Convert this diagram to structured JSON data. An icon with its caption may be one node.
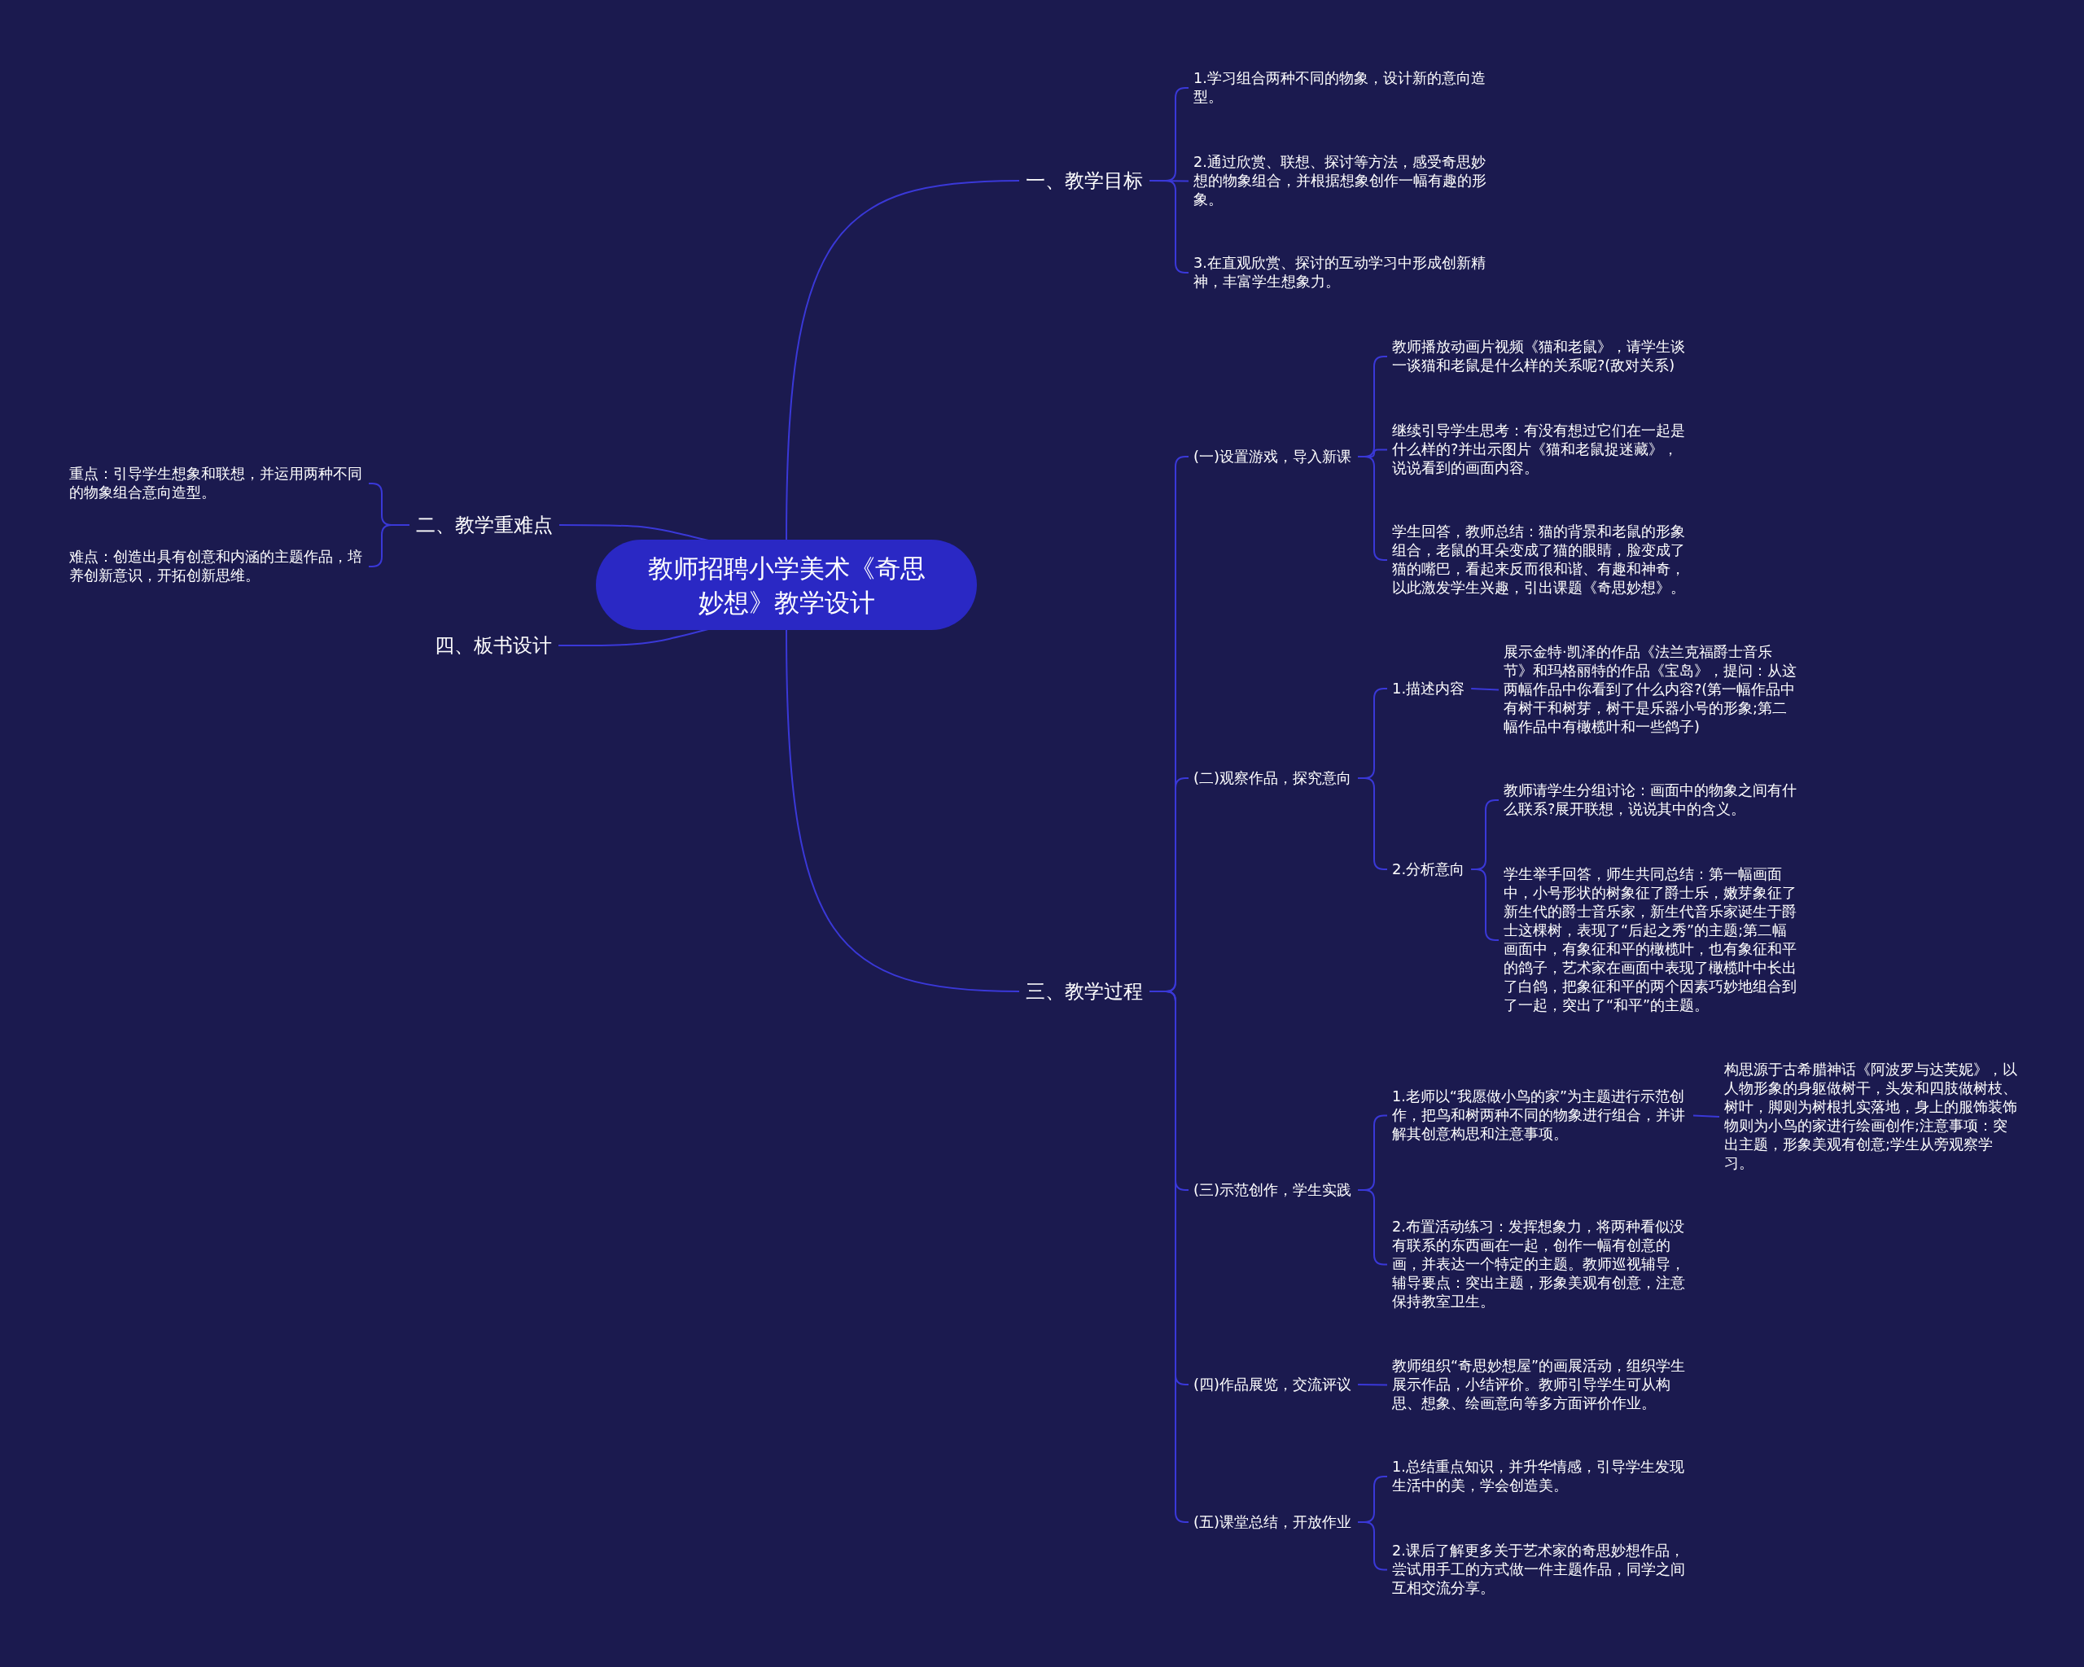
{
  "diagram": {
    "nodes": [
      {
        "text": [
          "教师招聘小学美术《奇思妙想》教学设计"
        ]
      },
      {
        "text": [
          "一、教学目标"
        ]
      },
      {
        "text": [
          "1.学习组合两种不同的物象，设计新的意向造型。"
        ]
      },
      {
        "text": [
          "2.通过欣赏、联想、探讨等方法，感受奇思妙想的物象组合，并根据想象创作一幅有趣的形象。"
        ]
      },
      {
        "text": [
          "3.在直观欣赏、探讨的互动学习中形成创新精神，丰富学生想象力。"
        ]
      },
      {
        "text": [
          "二、教学重难点"
        ]
      },
      {
        "text": [
          "重点：引导学生想象和联想，并运用两种不同的物象组合意向造型。"
        ]
      },
      {
        "text": [
          "难点：创造出具有创意和内涵的主题作品，培养创新意识，开拓创新思维。"
        ]
      },
      {
        "text": [
          "四、板书设计"
        ]
      },
      {
        "text": [
          "三、教学过程"
        ]
      },
      {
        "text": [
          "(一)设置游戏，导入新课"
        ]
      },
      {
        "text": [
          "教师播放动画片视频《猫和老鼠》，请学生谈一谈猫和老鼠是什么样的关系呢?(敌对关系)"
        ]
      },
      {
        "text": [
          "继续引导学生思考：有没有想过它们在一起是什么样的?并出示图片《猫和老鼠捉迷藏》，说说看到的画面内容。"
        ]
      },
      {
        "text": [
          "学生回答，教师总结：猫的背景和老鼠的形象组合，老鼠的耳朵变成了猫的眼睛，脸变成了猫的嘴巴，看起来反而很和谐、有趣和神奇，以此激发学生兴趣，引出课题《奇思妙想》。"
        ]
      },
      {
        "text": [
          "(二)观察作品，探究意向"
        ]
      },
      {
        "text": [
          "1.描述内容"
        ]
      },
      {
        "text": [
          "展示金特·凯泽的作品《法兰克福爵士音乐节》和玛格丽特的作品《宝岛》，提问：从这两幅作品中你看到了什么内容?(第一幅作品中有树干和树芽，树干是乐器小号的形象;第二幅作品中有橄榄叶和一些鸽子)"
        ]
      },
      {
        "text": [
          "2.分析意向"
        ]
      },
      {
        "text": [
          "教师请学生分组讨论：画面中的物象之间有什么联系?展开联想，说说其中的含义。"
        ]
      },
      {
        "text": [
          "学生举手回答，师生共同总结：第一幅画面中，小号形状的树象征了爵士乐，嫩芽象征了新生代的爵士音乐家，新生代音乐家诞生于爵士这棵树，表现了“后起之秀”的主题;第二幅画面中，有象征和平的橄榄叶，也有象征和平的鸽子，艺术家在画面中表现了橄榄叶中长出了白鸽，把象征和平的两个因素巧妙地组合到了一起，突出了“和平”的主题。"
        ]
      },
      {
        "text": [
          "(三)示范创作，学生实践"
        ]
      },
      {
        "text": [
          "1.老师以“我愿做小鸟的家”为主题进行示范创作，把鸟和树两种不同的物象进行组合，并讲解其创意构思和注意事项。"
        ]
      },
      {
        "text": [
          "构思源于古希腊神话《阿波罗与达芙妮》，以人物形象的身躯做树干，头发和四肢做树枝、树叶，脚则为树根扎实落地，身上的服饰装饰物则为小鸟的家进行绘画创作;注意事项：突出主题，形象美观有创意;学生从旁观察学习。"
        ]
      },
      {
        "text": [
          "2.布置活动练习：发挥想象力，将两种看似没有联系的东西画在一起，创作一幅有创意的画，并表达一个特定的主题。教师巡视辅导，辅导要点：突出主题，形象美观有创意，注意保持教室卫生。"
        ]
      },
      {
        "text": [
          "(四)作品展览，交流评议"
        ]
      },
      {
        "text": [
          "教师组织“奇思妙想屋”的画展活动，组织学生展示作品，小结评价。教师引导学生可从构思、想象、绘画意向等多方面评价作业。"
        ]
      },
      {
        "text": [
          "(五)课堂总结，开放作业"
        ]
      },
      {
        "text": [
          "1.总结重点知识，并升华情感，引导学生发现生活中的美，学会创造美。"
        ]
      },
      {
        "text": [
          "2.课后了解更多关于艺术家的奇思妙想作品，尝试用手工的方式做一件主题作品，同学之间互相交流分享。"
        ]
      }
    ],
    "edges": [
      {
        "from": 0,
        "to": 1,
        "arrow": "none"
      },
      {
        "from": 0,
        "to": 5,
        "arrow": "none"
      },
      {
        "from": 0,
        "to": 8,
        "arrow": "none"
      },
      {
        "from": 0,
        "to": 9,
        "arrow": "none"
      },
      {
        "from": 1,
        "to": 2,
        "arrow": "none"
      },
      {
        "from": 1,
        "to": 3,
        "arrow": "none"
      },
      {
        "from": 1,
        "to": 4,
        "arrow": "none"
      },
      {
        "from": 5,
        "to": 6,
        "arrow": "none"
      },
      {
        "from": 5,
        "to": 7,
        "arrow": "none"
      },
      {
        "from": 9,
        "to": 10,
        "arrow": "none"
      },
      {
        "from": 9,
        "to": 14,
        "arrow": "none"
      },
      {
        "from": 9,
        "to": 20,
        "arrow": "none"
      },
      {
        "from": 9,
        "to": 24,
        "arrow": "none"
      },
      {
        "from": 9,
        "to": 26,
        "arrow": "none"
      },
      {
        "from": 10,
        "to": 11,
        "arrow": "none"
      },
      {
        "from": 10,
        "to": 12,
        "arrow": "none"
      },
      {
        "from": 10,
        "to": 13,
        "arrow": "none"
      },
      {
        "from": 14,
        "to": 15,
        "arrow": "none"
      },
      {
        "from": 14,
        "to": 17,
        "arrow": "none"
      },
      {
        "from": 15,
        "to": 16,
        "arrow": "none"
      },
      {
        "from": 17,
        "to": 18,
        "arrow": "none"
      },
      {
        "from": 17,
        "to": 19,
        "arrow": "none"
      },
      {
        "from": 20,
        "to": 21,
        "arrow": "none"
      },
      {
        "from": 20,
        "to": 23,
        "arrow": "none"
      },
      {
        "from": 21,
        "to": 22,
        "arrow": "none"
      },
      {
        "from": 24,
        "to": 25,
        "arrow": "none"
      },
      {
        "from": 26,
        "to": 27,
        "arrow": "none"
      },
      {
        "from": 26,
        "to": 28,
        "arrow": "none"
      }
    ]
  }
}
